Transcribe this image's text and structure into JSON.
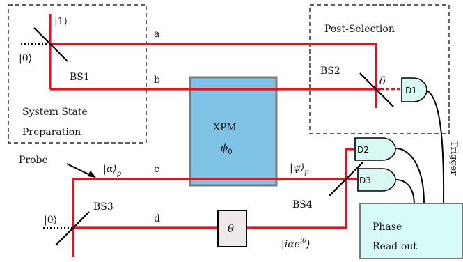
{
  "colors": {
    "beam": "#e8101a",
    "xpm_fill": "#7ec3e6",
    "xpm_stroke": "#7a7a7a",
    "detector_fill": "#d8f8f4",
    "readout_fill": "#d7fbf8",
    "phase_box_fill": "#efe9e9",
    "splitter": "#000000"
  },
  "modes": {
    "a": "a",
    "b": "b",
    "c": "c",
    "d": "d"
  },
  "states": {
    "single_photon": "|1⟩",
    "vacuum_top": "|0⟩",
    "vacuum_bottom": "|0⟩",
    "alpha_p": "|α⟩",
    "alpha_p_sub": "p",
    "psi_p": "|ψ⟩",
    "psi_p_sub": "p",
    "i_alpha": "|iαe",
    "i_alpha_sup": "iθ",
    "i_alpha_close": "⟩"
  },
  "splitters": {
    "bs1": "BS1",
    "bs2": "BS2",
    "bs3": "BS3",
    "bs4": "BS4"
  },
  "boxes": {
    "system_line1": "System State",
    "system_line2": "Preparation",
    "post_selection": "Post-Selection",
    "xpm": "XPM",
    "xpm_phase": "ϕ",
    "xpm_phase_sub": "0",
    "phase_shifter": "θ",
    "readout_line1": "Phase",
    "readout_line2": "Read-out"
  },
  "detectors": {
    "d1": "D1",
    "d2": "D2",
    "d3": "D3"
  },
  "labels": {
    "probe": "Probe",
    "delta": "δ",
    "trigger": "Trigger"
  }
}
